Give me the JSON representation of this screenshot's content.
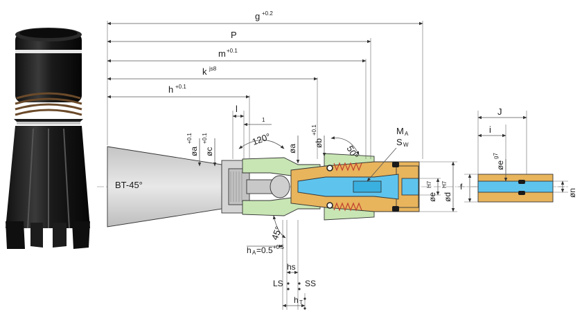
{
  "labels": {
    "g": "g",
    "g_tol": "+0.2",
    "p": "P",
    "m": "m",
    "m_tol": "+0.1",
    "k": "k",
    "k_tol": "js8",
    "h": "h",
    "h_tol": "+0.1",
    "l": "l",
    "one": "1",
    "oa": "øa",
    "oa_tol": "+0.1",
    "oc": "øc",
    "oc_tol": "+0.1",
    "oa2": "øa",
    "ob": "øb",
    "ob_tol": "+0.1",
    "angle120": "120°",
    "angle50": "50°",
    "angle45": "45°",
    "ma": "M",
    "ma_sub": "A",
    "sw": "S",
    "sw_sub": "W",
    "bt45": "BT-45°",
    "oe": "øe",
    "oe_tol": "H7",
    "od": "ød",
    "od_tol": "H7",
    "ha": "h",
    "ha_sub": "A",
    "ha_val": "=0.5",
    "ha_tol": "+0.5",
    "hs": "hs",
    "ls": "LS",
    "ss": "SS",
    "ht": "h",
    "ht_sub": "T",
    "j": "J",
    "i": "i",
    "oe2": "øe",
    "oe2_tol": "g7",
    "f": "f",
    "on": "øn"
  },
  "colors": {
    "yellow": "#e8b45c",
    "blue": "#5ec4ee",
    "green": "#c8e6b4",
    "gray": "#d6d6d6",
    "coil": "#d06040"
  },
  "icons": [
    "collet-chuck-photo",
    "spring-icon",
    "seal-ring-icon",
    "dimension-arrow-icon"
  ]
}
